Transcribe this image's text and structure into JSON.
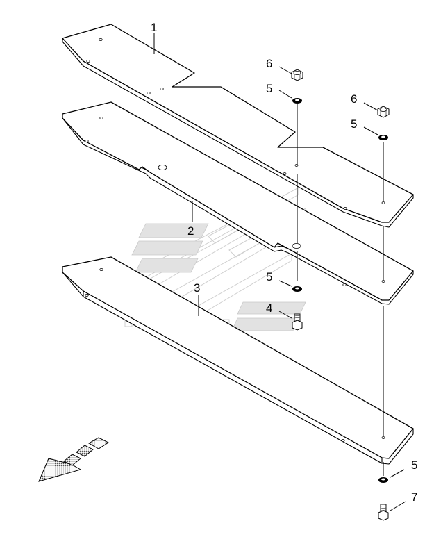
{
  "callouts": {
    "c1": "1",
    "c2": "2",
    "c3": "3",
    "c4": "4",
    "c5a": "5",
    "c5b": "5",
    "c5c": "5",
    "c5d": "5",
    "c6a": "6",
    "c6b": "6",
    "c7": "7"
  },
  "icons": {
    "direction_arrow": "front-direction-arrow-icon",
    "watermark": "brand-watermark-icon"
  },
  "colors": {
    "line": "#000000",
    "background": "#ffffff",
    "watermark": "#cfcfcf"
  }
}
